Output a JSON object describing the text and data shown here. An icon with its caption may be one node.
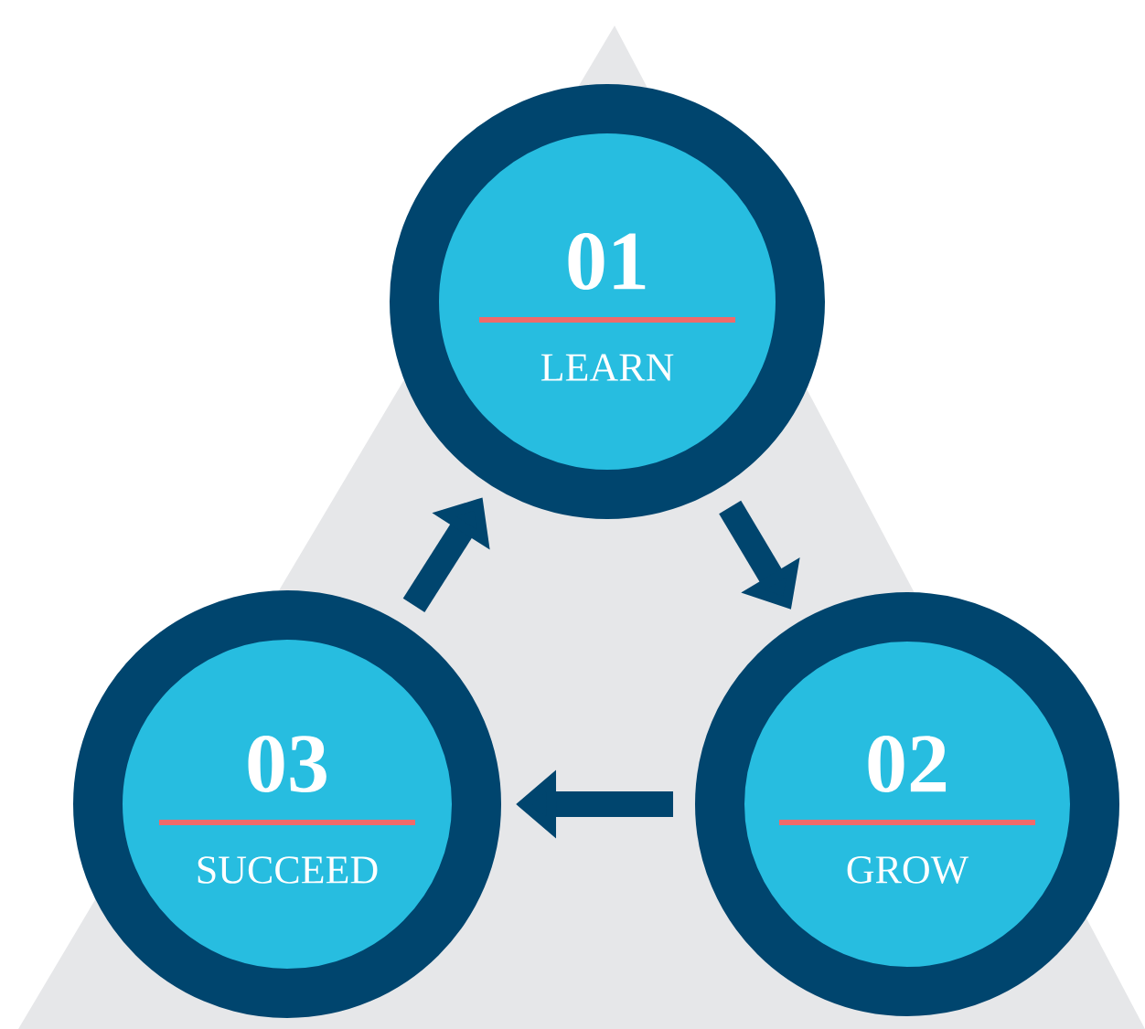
{
  "diagram": {
    "nodes": [
      {
        "text": [
          "01",
          "LEARN"
        ]
      },
      {
        "text": [
          "02",
          "GROW"
        ]
      },
      {
        "text": [
          "03",
          "SUCCEED"
        ]
      }
    ],
    "edges": [
      {
        "from": 0,
        "to": 1,
        "arrow": "to"
      },
      {
        "from": 1,
        "to": 2,
        "arrow": "to"
      },
      {
        "from": 2,
        "to": 0,
        "arrow": "to"
      }
    ]
  }
}
